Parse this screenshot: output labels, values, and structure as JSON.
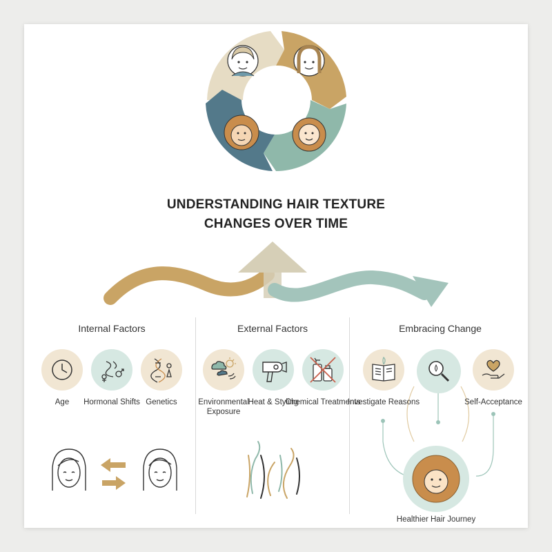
{
  "title": {
    "line1": "UNDERSTANDING HAIR TEXTURE",
    "line2": "CHANGES OVER TIME"
  },
  "colors": {
    "tan": "#c9a465",
    "beige": "#e6dcc4",
    "slate": "#53798a",
    "sage": "#8fb8aa",
    "mint_bg": "#d6e8e2",
    "beige_bg": "#f1e6d3"
  },
  "columns": [
    {
      "heading": "Internal Factors",
      "items": [
        {
          "label": "Age",
          "icon": "clock-icon"
        },
        {
          "label": "Hormonal Shifts",
          "icon": "hormones-icon"
        },
        {
          "label": "Genetics",
          "icon": "dna-icon"
        }
      ]
    },
    {
      "heading": "External Factors",
      "items": [
        {
          "label": "Environmental Exposure",
          "icon": "weather-icon"
        },
        {
          "label": "Heat & Styling",
          "icon": "hair-dryer-icon"
        },
        {
          "label": "Chemical Treatments",
          "icon": "chemical-bottles-icon"
        }
      ]
    },
    {
      "heading": "Embracing Change",
      "items": [
        {
          "label": "Investigate Reasons",
          "icon": "book-icon"
        },
        {
          "label": "",
          "icon": "magnifier-icon"
        },
        {
          "label": "Self-Acceptance",
          "icon": "heart-hand-icon"
        }
      ],
      "result": "Healthier Hair Journey"
    }
  ]
}
